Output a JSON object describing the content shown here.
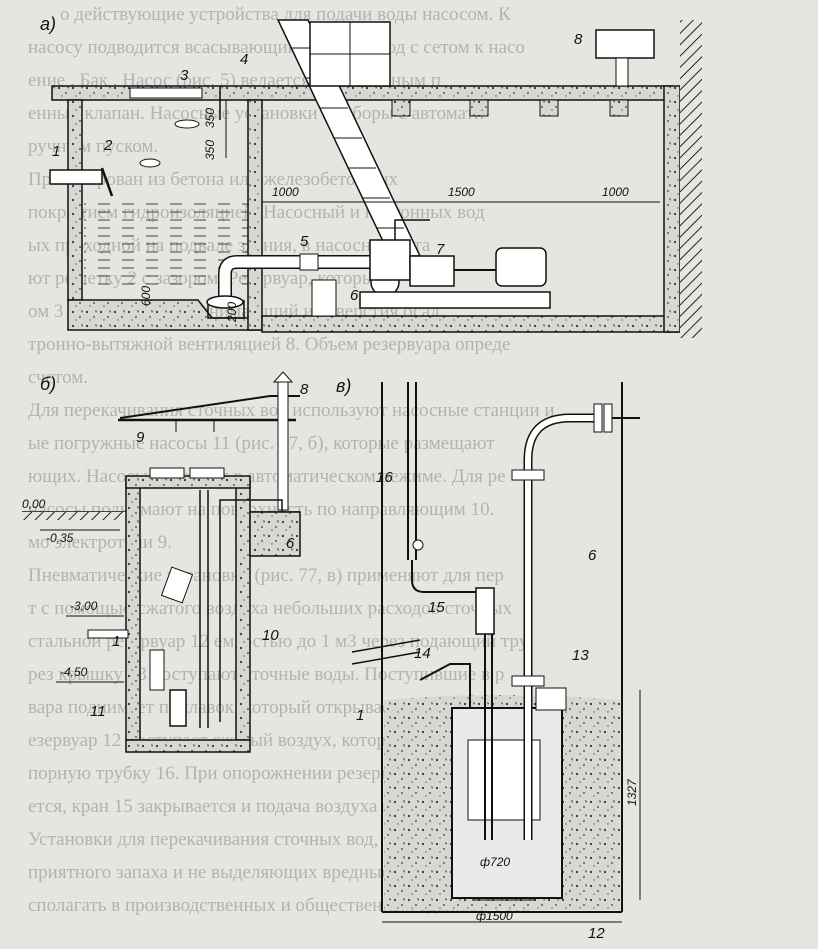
{
  "panels": {
    "a": "а)",
    "b": "б)",
    "v": "в)"
  },
  "callouts_a": [
    "1",
    "2",
    "3",
    "4",
    "5",
    "6",
    "7",
    "8"
  ],
  "callouts_b": [
    "8",
    "9",
    "6",
    "10",
    "11",
    "1"
  ],
  "callouts_v": [
    "16",
    "15",
    "14",
    "13",
    "6",
    "1",
    "12"
  ],
  "dims_a": {
    "d1000a": "1000",
    "d1500": "1500",
    "d1000b": "1000",
    "d350a": "350",
    "d350b": "350",
    "d600": "600",
    "d200": "200"
  },
  "levels_b": {
    "l0": "0,00",
    "l035": "-0,35",
    "l300": "-3,00",
    "l450": "-4,50"
  },
  "dims_v": {
    "d720": "ф720",
    "d1500": "ф1500",
    "d1327": "1327"
  },
  "background_text": [
    "о действующие устройства для подачи воды насосом. К",
    "насосу подводится всасывающий трубопровод с сетом к насо",
    "ение . Бак . Насос (рис. 5) ведается с сигнальным п",
    "енный клапан. Насосные установки приборы с автомати",
    "ручным пуском.",
    "Проектирован из бетона или железобетонных",
    "покрытием гидроизоляцией. Насосный и кантонных вод",
    "ых проходной на подвале здания, в насосной уста",
    "ют решетку 2 с зазором. Резервуар, который к",
    "ом 3 уровня воды, принимающий и отверстия осад",
    "тронно-вытяжной вентиляцией 8. Объем резервуара опреде",
    "счетом.",
    "Для перекачивания сточных вод используют насосные станции и",
    "ые погружные насосы 11 (рис. 77, б), которые размещают",
    "ющих. Насосы работают в автоматическом режиме. Для ре",
    "насосы поднимают на поверхность по направляющим 10.",
    "мо электротали 9.",
    "Пневматические установки (рис. 77, в) применяют для пер",
    "т с помощью сжатого воздуха небольших расходов сточных",
    "стальной резервуар 12 емкостью до 1 м3 через подающий тру",
    "рез крышку 13 поступают сточные воды. Поступившие в р",
    "вара поднимает поплавок, который открывает кран 15. По трубо",
    "езервуар 12 поступает сжатый воздух, который выдавливает сто",
    "порную трубку 16. При опорожнении резервуара поплавок 13 о",
    "ется, кран 15 закрывается и подача воздуха прекращается.",
    "Установки для перекачивания сточных вод, не имеющих неприятн",
    "приятного запаха и не выделяющих вредные газы и пары, мо",
    "сполагать в производственных и общественных зданиях. Уста"
  ]
}
